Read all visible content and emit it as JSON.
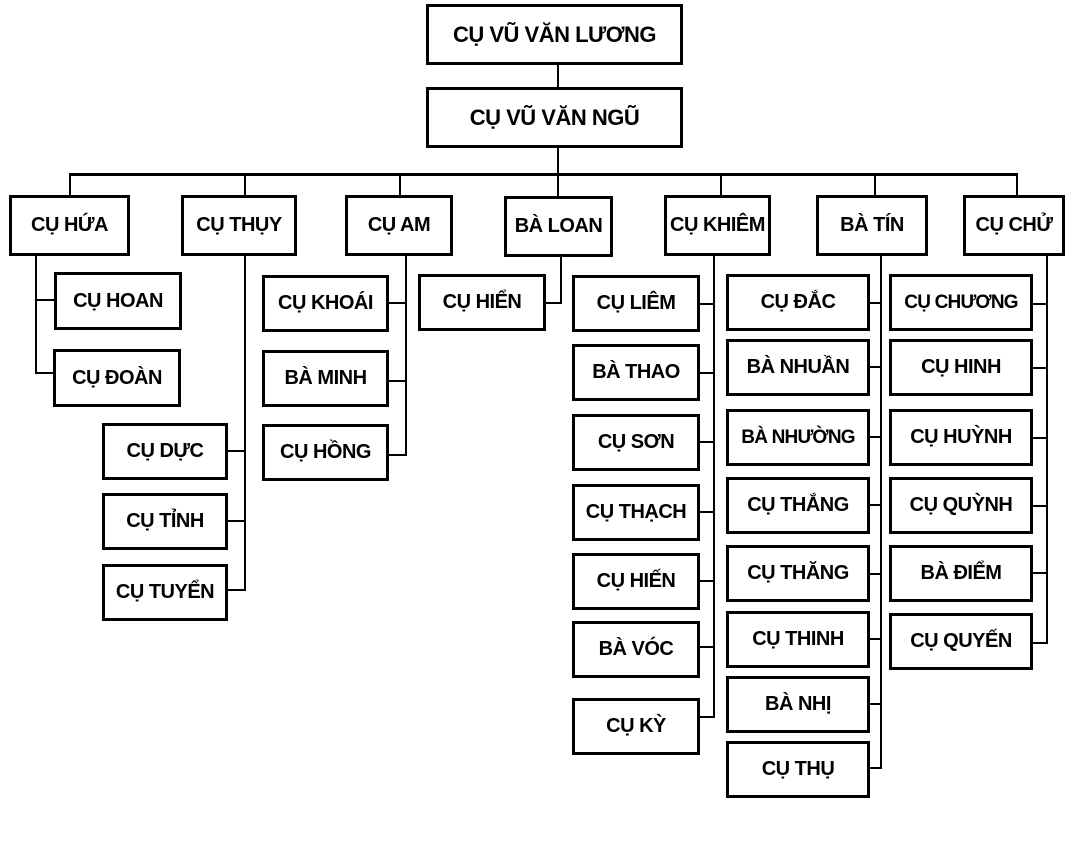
{
  "diagram": {
    "type": "family-tree",
    "colors": {
      "line": "#000000",
      "box_border": "#000000",
      "background": "#ffffff",
      "text": "#000000"
    },
    "root": {
      "label": "CỤ VŨ VĂN LƯƠNG"
    },
    "generation1": {
      "label": "CỤ VŨ VĂN NGŨ"
    },
    "branches": [
      {
        "label": "CỤ HỨA",
        "children": [
          "CỤ HOAN",
          "CỤ ĐOÀN"
        ]
      },
      {
        "label": "CỤ THỤY",
        "children": [
          "CỤ DỰC",
          "CỤ TỈNH",
          "CỤ TUYỂN"
        ]
      },
      {
        "label": "CỤ AM",
        "children": [
          "CỤ KHOÁI",
          "BÀ MINH",
          "CỤ HỒNG"
        ]
      },
      {
        "label": "BÀ LOAN",
        "children": [
          "CỤ HIỂN"
        ]
      },
      {
        "label": "CỤ KHIÊM",
        "children": [
          "CỤ LIÊM",
          "BÀ THAO",
          "CỤ SƠN",
          "CỤ THẠCH",
          "CỤ HIẾN",
          "BÀ VÓC",
          "CỤ KỲ"
        ]
      },
      {
        "label": "BÀ TÍN",
        "children": [
          "CỤ ĐẮC",
          "BÀ NHUẦN",
          "BÀ NHƯỜNG",
          "CỤ THẮNG",
          "CỤ THĂNG",
          "CỤ THINH",
          "BÀ NHỊ",
          "CỤ THỤ"
        ]
      },
      {
        "label": "CỤ CHỬ",
        "children": [
          "CỤ CHƯƠNG",
          "CỤ HINH",
          "CỤ HUỲNH",
          "CỤ QUỲNH",
          "BÀ ĐIỂM",
          "CỤ QUYẾN"
        ]
      }
    ]
  }
}
